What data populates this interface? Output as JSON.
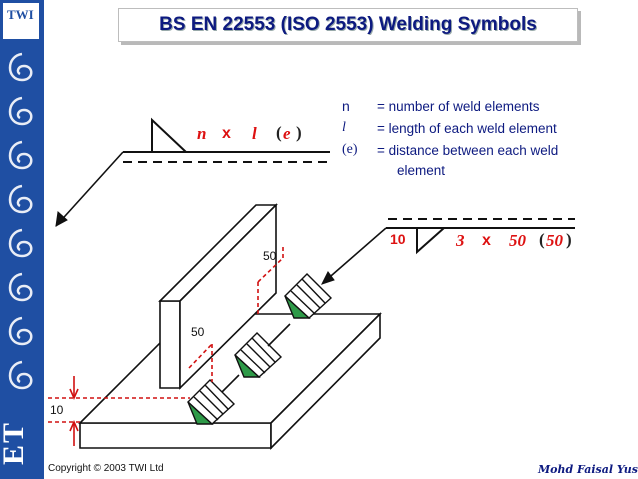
{
  "slide": {
    "title": "BS EN 22553 (ISO 2553) Welding Symbols",
    "logo": "TWI",
    "side_label": "ET",
    "copyright": "Copyright © 2003 TWI Ltd",
    "author": "Mohd Faisal Yusof"
  },
  "legend": [
    {
      "symbol": "n",
      "text": "= number of weld elements"
    },
    {
      "symbol": "l",
      "text": "= length of each weld element"
    },
    {
      "symbol": "(e)",
      "text": "= distance between each weld"
    },
    {
      "symbol": "",
      "text": "element"
    }
  ],
  "symbol_top": {
    "n": "n",
    "x": "x",
    "l": "l",
    "e": "e",
    "open": "(",
    "close": ")"
  },
  "symbol_right": {
    "size": "10",
    "n": "3",
    "x": "x",
    "l": "50",
    "open": "(",
    "e": "50",
    "close": ")"
  },
  "dimensions": {
    "pitch_upper": "50",
    "pitch_lower": "50",
    "plate_height": "10"
  },
  "colors": {
    "sidebar": "#1f4fa3",
    "title_text": "#0d1a80",
    "accent_red": "#d11111",
    "weld_green": "#2e9a48"
  }
}
